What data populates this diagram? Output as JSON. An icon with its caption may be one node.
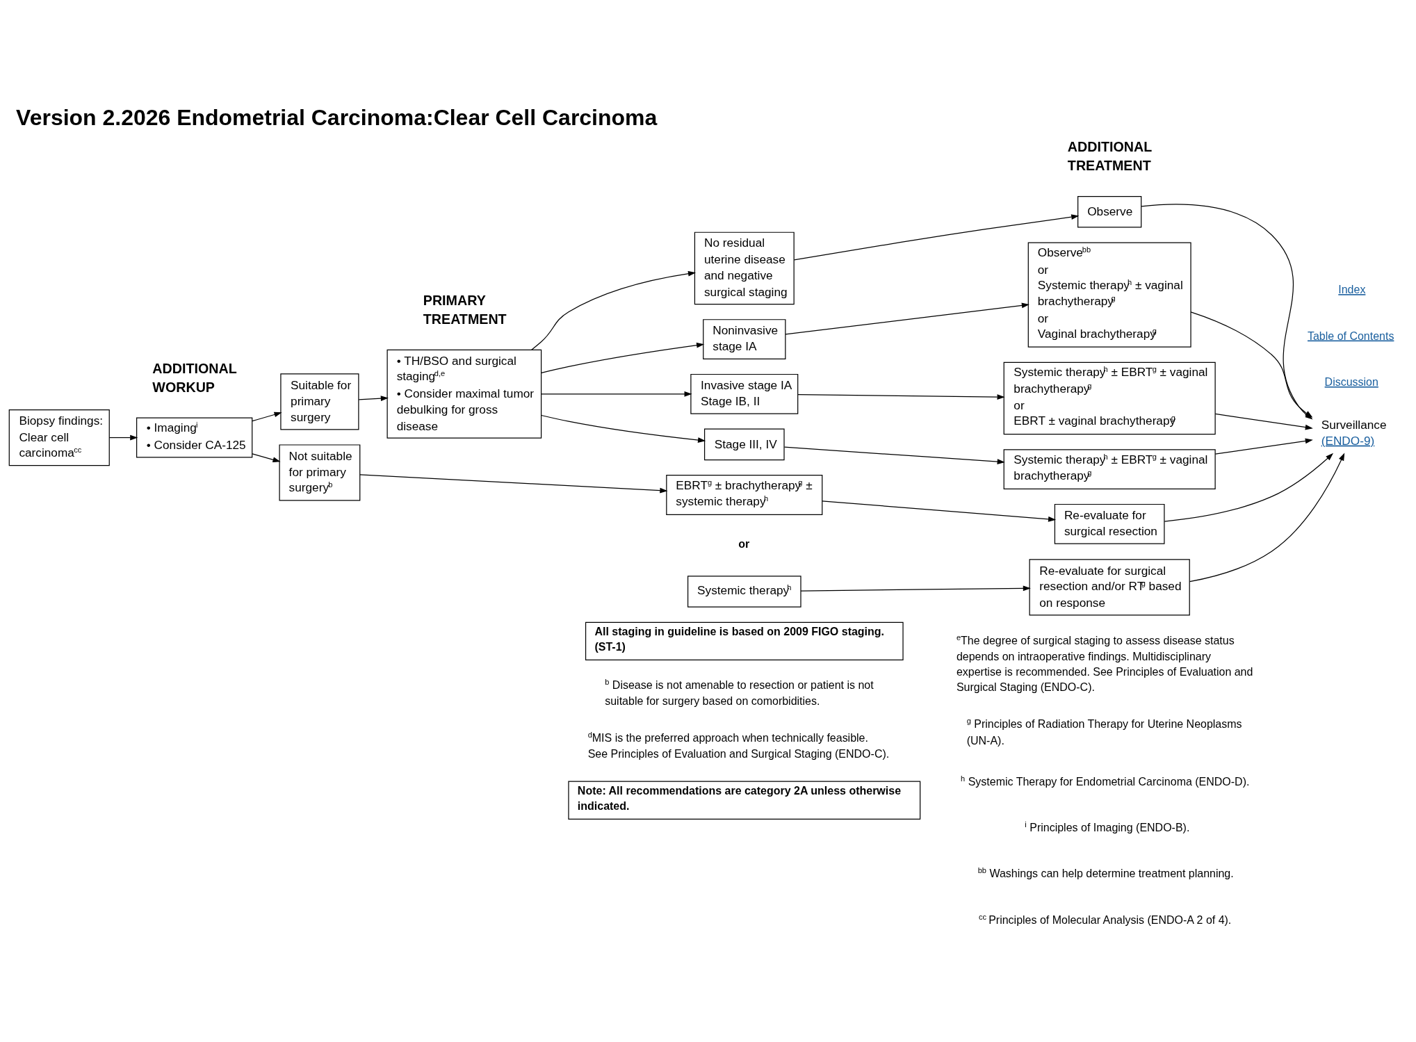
{
  "diagram": {
    "title": "Version 2.2026 Endometrial Carcinoma:Clear Cell Carcinoma",
    "nodes": [
      {
        "text": [
          "Biopsy findings: Clear cell carcinoma$^{cc}$"
        ]
      },
      {
        "text": [
          "• Imaging$^{i}$",
          "• Consider CA-125"
        ]
      },
      {
        "text": [
          "Suitable for primary surgery"
        ]
      },
      {
        "text": [
          "Not suitable for primary surgery$^{b}$"
        ]
      },
      {
        "text": [
          "• TH/BSO and surgical staging$^{d,e}$",
          "• Consider maximal tumor debulking for gross disease"
        ]
      },
      {
        "text": [
          "No residual uterine disease and negative surgical staging"
        ]
      },
      {
        "text": [
          "Noninvasive stage IA"
        ]
      },
      {
        "text": [
          "Invasive stage IA",
          "Stage IB, II"
        ]
      },
      {
        "text": [
          "Stage III, IV"
        ]
      },
      {
        "text": [
          "Observe"
        ]
      },
      {
        "text": [
          "Observe$^{bb}$",
          "or",
          "Systemic therapy$^{h}$ ± vaginal brachytherapy$^{g}$",
          "or",
          "Vaginal brachytherapy$^{g}$"
        ]
      },
      {
        "text": [
          "Systemic therapy$^{h}$ ± EBRT$^{g}$ ± vaginal brachytherapy$^{g}$",
          "or",
          "EBRT ± vaginal brachytherapy$^{g}$"
        ]
      },
      {
        "text": [
          "Systemic therapy$^{h}$ ± EBRT$^{g}$ ± vaginal brachytherapy$^{g}$"
        ]
      },
      {
        "text": [
          "EBRT$^{g}$ ± brachytherapy$^{g}$ ± systemic therapy$^{h}$"
        ]
      },
      {
        "text": [
          "Systemic therapy$^{h}$"
        ]
      },
      {
        "text": [
          "Re-evaluate for surgical resection"
        ]
      },
      {
        "text": [
          "Re-evaluate for surgical resection and/or RT$^{g}$ based on response"
        ]
      },
      {
        "text": [
          "Surveillance",
          "(ENDO-9)"
        ]
      }
    ],
    "edges": [
      {
        "from": 0,
        "to": 1,
        "arrow": "to"
      },
      {
        "from": 1,
        "to": 2,
        "arrow": "to"
      },
      {
        "from": 1,
        "to": 3,
        "arrow": "to"
      },
      {
        "from": 2,
        "to": 4,
        "arrow": "to"
      },
      {
        "from": 3,
        "to": 13,
        "arrow": "to"
      },
      {
        "from": 4,
        "to": 5,
        "arrow": "to"
      },
      {
        "from": 4,
        "to": 6,
        "arrow": "to"
      },
      {
        "from": 4,
        "to": 7,
        "arrow": "to"
      },
      {
        "from": 4,
        "to": 8,
        "arrow": "to"
      },
      {
        "from": 5,
        "to": 9,
        "arrow": "to"
      },
      {
        "from": 6,
        "to": 10,
        "arrow": "to"
      },
      {
        "from": 7,
        "to": 11,
        "arrow": "to"
      },
      {
        "from": 8,
        "to": 12,
        "arrow": "to"
      },
      {
        "from": 13,
        "to": 15,
        "arrow": "to"
      },
      {
        "from": 14,
        "to": 16,
        "arrow": "to"
      },
      {
        "from": 9,
        "to": 17,
        "arrow": "to"
      },
      {
        "from": 10,
        "to": 17,
        "arrow": "to"
      },
      {
        "from": 11,
        "to": 17,
        "arrow": "to"
      },
      {
        "from": 12,
        "to": 17,
        "arrow": "to"
      },
      {
        "from": 15,
        "to": 17,
        "arrow": "to"
      },
      {
        "from": 16,
        "to": 17,
        "arrow": "to"
      }
    ],
    "labels": [
      "Index",
      "Table of Contents",
      "Discussion",
      "ADDITIONAL WORKUP",
      "PRIMARY TREATMENT",
      "ADDITIONAL TREATMENT",
      "or",
      "All staging in guideline is based on 2009 FIGO staging. (ST-1)",
      "$^{b}$ Disease is not amenable to resection or patient is not suitable for surgery based on comorbidities.",
      "$^{d}$MIS is the preferred approach when technically feasible. See Principles of Evaluation and Surgical Staging (ENDO-C).",
      "Note: All recommendations are category 2A unless otherwise indicated.",
      "$^{e}$The degree of surgical staging to assess disease status depends on intraoperative findings. Multidisciplinary expertise is recommended. See Principles of Evaluation and Surgical Staging (ENDO-C).",
      "$^{g}$ Principles of Radiation Therapy for Uterine Neoplasms (UN-A).",
      "$^{h}$ Systemic Therapy for Endometrial Carcinoma (ENDO-D).",
      "$^{i}$ Principles of Imaging (ENDO-B).",
      "$^{bb}$ Washings can help determine treatment planning.",
      "$^{cc}$ Principles of Molecular Analysis (ENDO-A 2 of 4)."
    ]
  }
}
